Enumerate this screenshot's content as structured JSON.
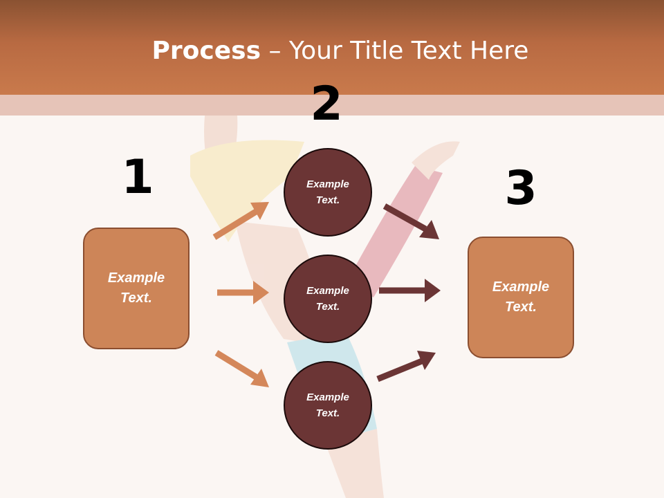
{
  "title": {
    "bold": "Process",
    "rest": " – Your Title Text Here"
  },
  "steps": {
    "num1": "1",
    "num2": "2",
    "num3": "3",
    "left_box": "Example Text.",
    "circle_top": "Example Text.",
    "circle_mid": "Example Text.",
    "circle_bot": "Example Text.",
    "right_box": "Example Text."
  },
  "colors": {
    "header": "#c97a4c",
    "box_fill": "#cd8558",
    "circle_fill": "#6b3535",
    "arrow_light": "#d4875a",
    "arrow_dark": "#6b3535"
  }
}
